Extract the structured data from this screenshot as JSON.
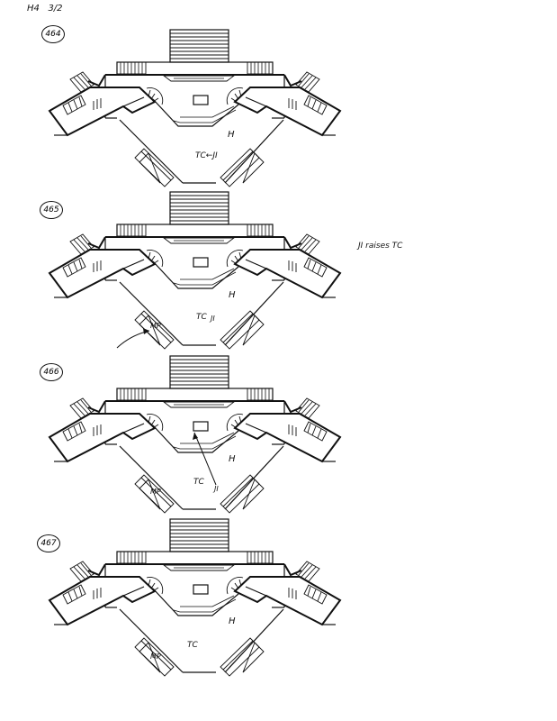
{
  "page_header": {
    "section": "H4",
    "page": "3/2"
  },
  "diagrams": [
    {
      "cue": "464",
      "labels": {
        "h": "H",
        "tc": "TC",
        "arrow": "←",
        "ji": "JI"
      }
    },
    {
      "cue": "465",
      "labels": {
        "h": "H",
        "tc": "TC",
        "ji": "JI",
        "mp": "MP"
      },
      "side_note": "JI raises TC"
    },
    {
      "cue": "466",
      "labels": {
        "h": "H",
        "tc": "TC",
        "ji": "JI",
        "mp": "MP"
      }
    },
    {
      "cue": "467",
      "labels": {
        "h": "H",
        "tc": "TC",
        "mp": "MP"
      }
    }
  ],
  "colors": {
    "ink": "#111111",
    "paper": "#ffffff"
  }
}
